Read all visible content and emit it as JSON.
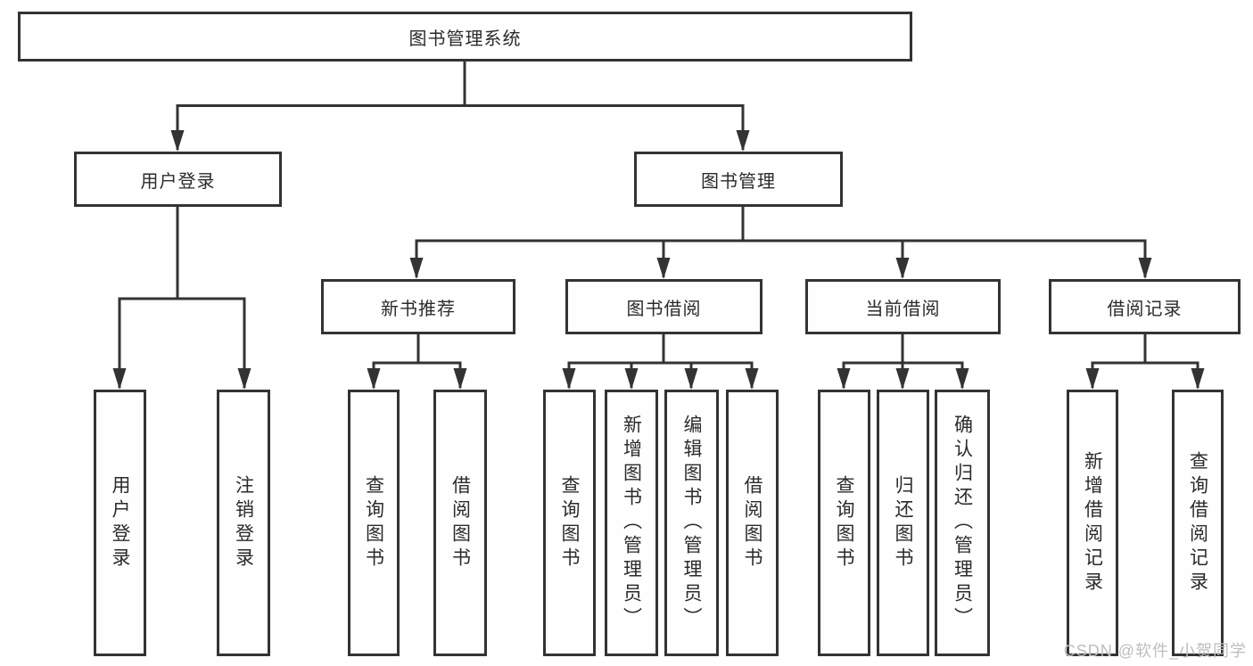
{
  "nodes": {
    "root": {
      "label": "图书管理系统"
    },
    "user_login": {
      "label": "用户登录"
    },
    "book_mgmt": {
      "label": "图书管理"
    },
    "new_book": {
      "label": "新书推荐"
    },
    "book_borrow": {
      "label": "图书借阅"
    },
    "current_borrow": {
      "label": "当前借阅"
    },
    "borrow_records": {
      "label": "借阅记录"
    },
    "leaf_user_login": {
      "label": "用户登录"
    },
    "leaf_logout": {
      "label": "注销登录"
    },
    "nb_query": {
      "label": "查询图书"
    },
    "nb_borrow": {
      "label": "借阅图书"
    },
    "bb_query": {
      "label": "查询图书"
    },
    "bb_add": {
      "label": "新增图书（管理员）"
    },
    "bb_edit": {
      "label": "编辑图书（管理员）"
    },
    "bb_borrow": {
      "label": "借阅图书"
    },
    "cb_query": {
      "label": "查询图书"
    },
    "cb_return": {
      "label": "归还图书"
    },
    "cb_confirm": {
      "label": "确认归还（管理员）"
    },
    "br_add": {
      "label": "新增借阅记录"
    },
    "br_query": {
      "label": "查询借阅记录"
    }
  },
  "watermark": "CSDN @软件_小贺同学",
  "colors": {
    "line": "#333333",
    "text": "#2b2b2b",
    "watermark": "#bdbdbd",
    "background": "#ffffff"
  }
}
